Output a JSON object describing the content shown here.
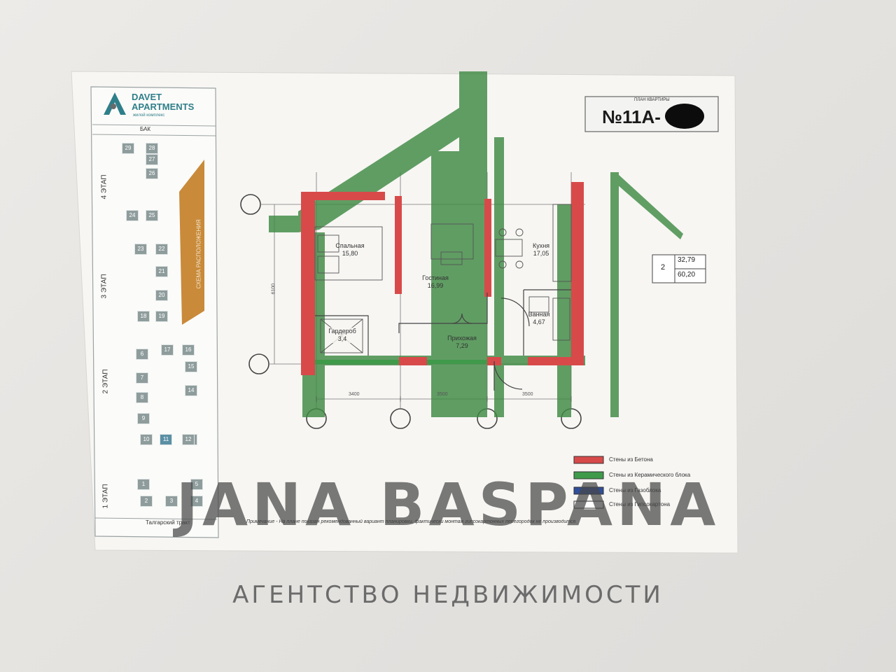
{
  "brand": {
    "logo_line1": "DAVET",
    "logo_line2": "APARTMENTS",
    "logo_tag": "жилой комплекс"
  },
  "plan": {
    "header_caption": "ПЛАН КВАРТИРЫ",
    "number": "№11А-",
    "rooms_count": "2",
    "area_living": "32,79",
    "area_total": "60,20"
  },
  "site": {
    "top_label": "БАК",
    "bottom_label": "Талгарский тракт",
    "schema_label": "СХЕМА РАСПОЛОЖЕНИЯ",
    "floors": [
      {
        "label": "4 ЭТАП"
      },
      {
        "label": "3 ЭТАП"
      },
      {
        "label": "2 ЭТАП"
      },
      {
        "label": "1 ЭТАП"
      }
    ],
    "cells": [
      "29",
      "28",
      "27",
      "26",
      "25",
      "24",
      "23",
      "22",
      "21",
      "20",
      "19",
      "18",
      "17",
      "16",
      "15",
      "14",
      "13",
      "12",
      "11",
      "10",
      "9",
      "8",
      "7",
      "6",
      "5",
      "4",
      "3",
      "2",
      "1"
    ]
  },
  "rooms": [
    {
      "name": "Спальная",
      "area": "15,80"
    },
    {
      "name": "Гостиная",
      "area": "16,99"
    },
    {
      "name": "Кухня",
      "area": "17,05"
    },
    {
      "name": "Гардероб",
      "area": "3,4"
    },
    {
      "name": "Прихожая",
      "area": "7,29"
    },
    {
      "name": "Ванная",
      "area": "4,67"
    }
  ],
  "dimensions": [
    "3400",
    "3500",
    "3500",
    "6100"
  ],
  "legend": [
    {
      "label": "Стены из Бетона",
      "color": "#d9534f"
    },
    {
      "label": "Стены из Керамического блока",
      "color": "#3f9a4a"
    },
    {
      "label": "Стены из Газоблока",
      "color": "#2f4f9a"
    },
    {
      "label": "Стены из Гипсокартона",
      "color": "#ffffff"
    }
  ],
  "note": "Примечание - На плане показан рекомендованный вариант планировки, фактически монтаж гипсокартонных перегородок не производится",
  "watermark": {
    "name": "JANA BASPANA",
    "tagline": "АГЕНТСТВО НЕДВИЖИМОСТИ",
    "color": "#3f8a44"
  }
}
